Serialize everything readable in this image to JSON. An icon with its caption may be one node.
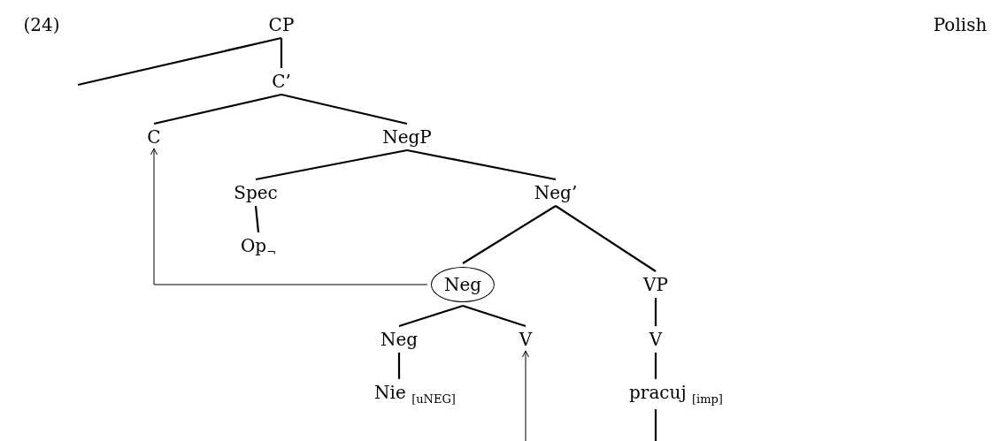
{
  "diagram": {
    "nodes": [
      {
        "text": [
          "CP"
        ]
      },
      {
        "text": [
          "C’"
        ]
      },
      {
        "text": [
          "C"
        ]
      },
      {
        "text": [
          "NegP"
        ]
      },
      {
        "text": [
          "Spec"
        ]
      },
      {
        "text": [
          "Op$_{¬}$"
        ]
      },
      {
        "text": [
          "Neg’"
        ]
      },
      {
        "text": [
          "Neg"
        ]
      },
      {
        "text": [
          "VP"
        ]
      },
      {
        "text": [
          "Neg"
        ]
      },
      {
        "text": [
          "V"
        ]
      },
      {
        "text": [
          "Nie $_{[uNEG]}$"
        ]
      },
      {
        "text": [
          "V"
        ]
      },
      {
        "text": [
          "pracuj $_{[imp]}$"
        ]
      }
    ],
    "edges": [
      {
        "from": 0,
        "to": null,
        "arrow": "none"
      },
      {
        "from": 0,
        "to": 1,
        "arrow": "none"
      },
      {
        "from": 1,
        "to": 2,
        "arrow": "none"
      },
      {
        "from": 1,
        "to": 3,
        "arrow": "none"
      },
      {
        "from": 3,
        "to": 4,
        "arrow": "none"
      },
      {
        "from": 4,
        "to": 5,
        "arrow": "none"
      },
      {
        "from": 3,
        "to": 6,
        "arrow": "none"
      },
      {
        "from": 6,
        "to": 7,
        "arrow": "none"
      },
      {
        "from": 6,
        "to": 8,
        "arrow": "none"
      },
      {
        "from": 7,
        "to": 9,
        "arrow": "none"
      },
      {
        "from": 7,
        "to": 10,
        "arrow": "none"
      },
      {
        "from": 9,
        "to": 11,
        "arrow": "none"
      },
      {
        "from": 8,
        "to": 12,
        "arrow": "none"
      },
      {
        "from": 12,
        "to": 13,
        "arrow": "none"
      },
      {
        "from": 13,
        "to": null,
        "arrow": "none"
      },
      {
        "from": 7,
        "to": 2,
        "arrow": "to"
      },
      {
        "from": null,
        "to": 10,
        "arrow": "to"
      }
    ],
    "labels": [
      "(24)",
      "Polish"
    ]
  }
}
